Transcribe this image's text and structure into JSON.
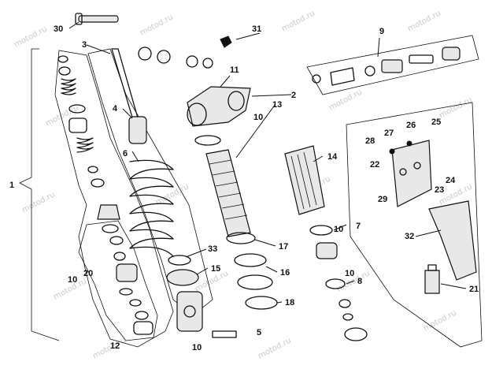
{
  "watermark": "motod.ru",
  "callouts": {
    "c1": "1",
    "c2": "2",
    "c3": "3",
    "c4": "4",
    "c5": "5",
    "c6": "6",
    "c7": "7",
    "c8": "8",
    "c9": "9",
    "c10": "10",
    "c11": "11",
    "c12": "12",
    "c13": "13",
    "c14": "14",
    "c15": "15",
    "c16": "16",
    "c17": "17",
    "c18": "18",
    "c20": "20",
    "c21": "21",
    "c22": "22",
    "c23": "23",
    "c24": "24",
    "c25": "25",
    "c26": "26",
    "c27": "27",
    "c28": "28",
    "c29": "29",
    "c30": "30",
    "c31": "31",
    "c32": "32",
    "c33": "33"
  }
}
